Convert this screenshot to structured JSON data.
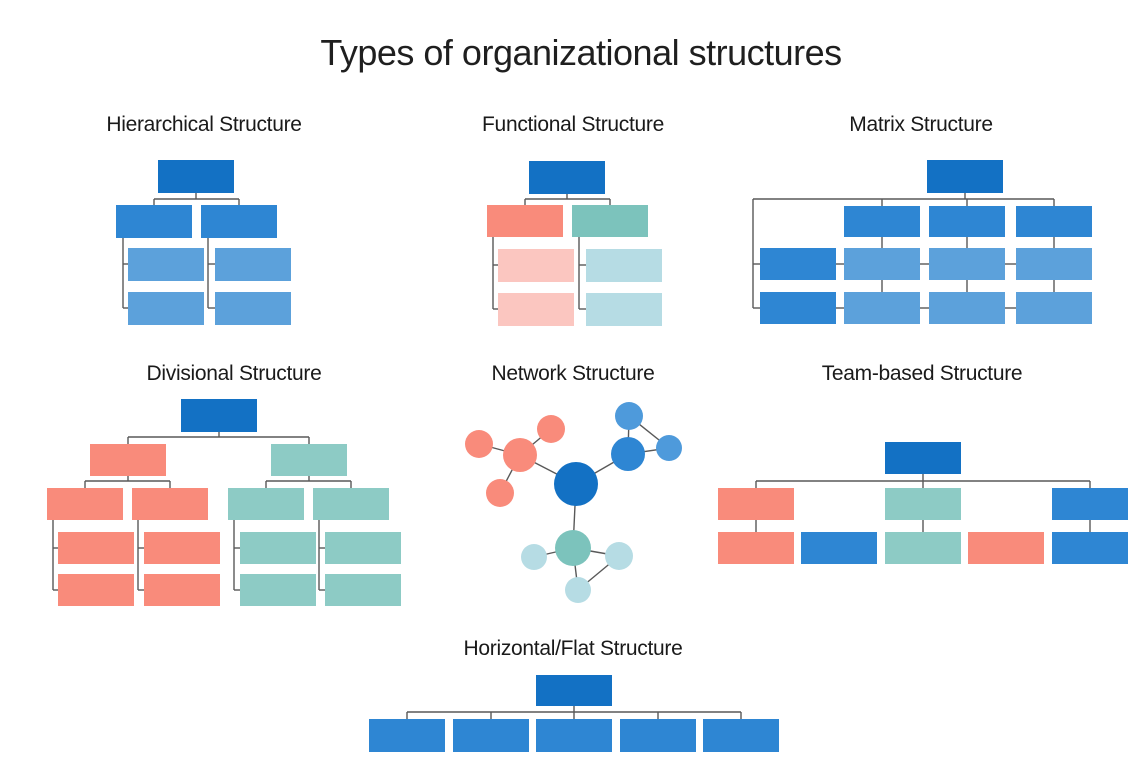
{
  "title": "Types of organizational structures",
  "colors": {
    "darkBlue": "#1371C4",
    "medBlue": "#2E86D3",
    "lightBlue": "#5CA1DB",
    "circleBlue": "#4E9ADB",
    "salmon": "#F98B7B",
    "pink": "#FBC6C0",
    "teal": "#7CC3BC",
    "lightTeal": "#8DCBC5",
    "paleTeal": "#B6DCE4",
    "line": "#595959",
    "text": "#1A1A1A",
    "background": "#FFFFFF"
  },
  "diagrams": [
    {
      "id": "hierarchical",
      "label": "Hierarchical Structure",
      "boxes": [
        [
          158,
          160,
          76,
          33,
          "darkBlue"
        ],
        [
          116,
          205,
          76,
          33,
          "medBlue"
        ],
        [
          201,
          205,
          76,
          33,
          "medBlue"
        ],
        [
          128,
          248,
          76,
          33,
          "lightBlue"
        ],
        [
          215,
          248,
          76,
          33,
          "lightBlue"
        ],
        [
          128,
          292,
          76,
          33,
          "lightBlue"
        ],
        [
          215,
          292,
          76,
          33,
          "lightBlue"
        ]
      ],
      "lines": [
        [
          196,
          193,
          196,
          199
        ],
        [
          154,
          199,
          239,
          199
        ],
        [
          154,
          199,
          154,
          205
        ],
        [
          239,
          199,
          239,
          205
        ],
        [
          123,
          238,
          123,
          308
        ],
        [
          123,
          264,
          128,
          264
        ],
        [
          123,
          308,
          128,
          308
        ],
        [
          208,
          238,
          208,
          308
        ],
        [
          208,
          264,
          215,
          264
        ],
        [
          208,
          308,
          215,
          308
        ]
      ]
    },
    {
      "id": "functional",
      "label": "Functional Structure",
      "boxes": [
        [
          529,
          161,
          76,
          33,
          "darkBlue"
        ],
        [
          487,
          205,
          76,
          32,
          "salmon"
        ],
        [
          572,
          205,
          76,
          32,
          "teal"
        ],
        [
          498,
          249,
          76,
          33,
          "pink"
        ],
        [
          586,
          249,
          76,
          33,
          "paleTeal"
        ],
        [
          498,
          293,
          76,
          33,
          "pink"
        ],
        [
          586,
          293,
          76,
          33,
          "paleTeal"
        ]
      ],
      "lines": [
        [
          567,
          194,
          567,
          199
        ],
        [
          525,
          199,
          610,
          199
        ],
        [
          525,
          199,
          525,
          205
        ],
        [
          610,
          199,
          610,
          205
        ],
        [
          493,
          237,
          493,
          309
        ],
        [
          493,
          265,
          498,
          265
        ],
        [
          493,
          309,
          498,
          309
        ],
        [
          579,
          237,
          579,
          309
        ],
        [
          579,
          265,
          586,
          265
        ],
        [
          579,
          309,
          586,
          309
        ]
      ]
    },
    {
      "id": "matrix",
      "label": "Matrix Structure",
      "boxes": [
        [
          927,
          160,
          76,
          33,
          "darkBlue"
        ],
        [
          844,
          206,
          76,
          31,
          "medBlue"
        ],
        [
          929,
          206,
          76,
          31,
          "medBlue"
        ],
        [
          1016,
          206,
          76,
          31,
          "medBlue"
        ],
        [
          760,
          248,
          76,
          32,
          "medBlue"
        ],
        [
          844,
          248,
          76,
          32,
          "lightBlue"
        ],
        [
          929,
          248,
          76,
          32,
          "lightBlue"
        ],
        [
          1016,
          248,
          76,
          32,
          "lightBlue"
        ],
        [
          760,
          292,
          76,
          32,
          "medBlue"
        ],
        [
          844,
          292,
          76,
          32,
          "lightBlue"
        ],
        [
          929,
          292,
          76,
          32,
          "lightBlue"
        ],
        [
          1016,
          292,
          76,
          32,
          "lightBlue"
        ]
      ],
      "lines": [
        [
          965,
          193,
          965,
          199
        ],
        [
          753,
          199,
          1054,
          199
        ],
        [
          882,
          199,
          882,
          206
        ],
        [
          967,
          199,
          967,
          206
        ],
        [
          1054,
          199,
          1054,
          206
        ],
        [
          753,
          199,
          753,
          308
        ],
        [
          753,
          264,
          760,
          264
        ],
        [
          753,
          308,
          760,
          308
        ],
        [
          882,
          237,
          882,
          248
        ],
        [
          967,
          237,
          967,
          248
        ],
        [
          1054,
          237,
          1054,
          248
        ],
        [
          882,
          280,
          882,
          292
        ],
        [
          967,
          280,
          967,
          292
        ],
        [
          1054,
          280,
          1054,
          292
        ],
        [
          836,
          264,
          844,
          264
        ],
        [
          920,
          264,
          929,
          264
        ],
        [
          1005,
          264,
          1016,
          264
        ],
        [
          836,
          308,
          844,
          308
        ],
        [
          920,
          308,
          929,
          308
        ],
        [
          1005,
          308,
          1016,
          308
        ]
      ]
    },
    {
      "id": "divisional",
      "label": "Divisional Structure",
      "boxes": [
        [
          181,
          399,
          76,
          33,
          "darkBlue"
        ],
        [
          90,
          444,
          76,
          32,
          "salmon"
        ],
        [
          271,
          444,
          76,
          32,
          "lightTeal"
        ],
        [
          47,
          488,
          76,
          32,
          "salmon"
        ],
        [
          132,
          488,
          76,
          32,
          "salmon"
        ],
        [
          228,
          488,
          76,
          32,
          "lightTeal"
        ],
        [
          313,
          488,
          76,
          32,
          "lightTeal"
        ],
        [
          58,
          532,
          76,
          32,
          "salmon"
        ],
        [
          144,
          532,
          76,
          32,
          "salmon"
        ],
        [
          240,
          532,
          76,
          32,
          "lightTeal"
        ],
        [
          325,
          532,
          76,
          32,
          "lightTeal"
        ],
        [
          58,
          574,
          76,
          32,
          "salmon"
        ],
        [
          144,
          574,
          76,
          32,
          "salmon"
        ],
        [
          240,
          574,
          76,
          32,
          "lightTeal"
        ],
        [
          325,
          574,
          76,
          32,
          "lightTeal"
        ]
      ],
      "lines": [
        [
          219,
          432,
          219,
          437
        ],
        [
          128,
          437,
          309,
          437
        ],
        [
          128,
          437,
          128,
          444
        ],
        [
          309,
          437,
          309,
          444
        ],
        [
          128,
          476,
          128,
          481
        ],
        [
          85,
          481,
          170,
          481
        ],
        [
          85,
          481,
          85,
          488
        ],
        [
          170,
          481,
          170,
          488
        ],
        [
          309,
          476,
          309,
          481
        ],
        [
          266,
          481,
          351,
          481
        ],
        [
          266,
          481,
          266,
          488
        ],
        [
          351,
          481,
          351,
          488
        ],
        [
          53,
          520,
          53,
          590
        ],
        [
          53,
          548,
          58,
          548
        ],
        [
          53,
          590,
          58,
          590
        ],
        [
          138,
          520,
          138,
          590
        ],
        [
          138,
          548,
          144,
          548
        ],
        [
          138,
          590,
          144,
          590
        ],
        [
          234,
          520,
          234,
          590
        ],
        [
          234,
          548,
          240,
          548
        ],
        [
          234,
          590,
          240,
          590
        ],
        [
          319,
          520,
          319,
          590
        ],
        [
          319,
          548,
          325,
          548
        ],
        [
          319,
          590,
          325,
          590
        ]
      ]
    },
    {
      "id": "network",
      "label": "Network Structure",
      "nodes": [
        [
          576,
          484,
          22,
          "darkBlue"
        ],
        [
          520,
          455,
          17,
          "salmon"
        ],
        [
          551,
          429,
          14,
          "salmon"
        ],
        [
          479,
          444,
          14,
          "salmon"
        ],
        [
          500,
          493,
          14,
          "salmon"
        ],
        [
          628,
          454,
          17,
          "medBlue"
        ],
        [
          629,
          416,
          14,
          "circleBlue"
        ],
        [
          669,
          448,
          13,
          "circleBlue"
        ],
        [
          573,
          548,
          18,
          "teal"
        ],
        [
          534,
          557,
          13,
          "paleTeal"
        ],
        [
          619,
          556,
          14,
          "paleTeal"
        ],
        [
          578,
          590,
          13,
          "paleTeal"
        ]
      ],
      "edges": [
        [
          0,
          1
        ],
        [
          1,
          2
        ],
        [
          1,
          3
        ],
        [
          1,
          4
        ],
        [
          0,
          5
        ],
        [
          5,
          6
        ],
        [
          5,
          7
        ],
        [
          6,
          7
        ],
        [
          0,
          8
        ],
        [
          8,
          9
        ],
        [
          8,
          10
        ],
        [
          8,
          11
        ],
        [
          11,
          10
        ]
      ]
    },
    {
      "id": "team",
      "label": "Team-based Structure",
      "boxes": [
        [
          885,
          442,
          76,
          32,
          "darkBlue"
        ],
        [
          718,
          488,
          76,
          32,
          "salmon"
        ],
        [
          885,
          488,
          76,
          32,
          "lightTeal"
        ],
        [
          1052,
          488,
          76,
          32,
          "medBlue"
        ],
        [
          718,
          532,
          76,
          32,
          "salmon"
        ],
        [
          801,
          532,
          76,
          32,
          "medBlue"
        ],
        [
          885,
          532,
          76,
          32,
          "lightTeal"
        ],
        [
          968,
          532,
          76,
          32,
          "salmon"
        ],
        [
          1052,
          532,
          76,
          32,
          "medBlue"
        ]
      ],
      "lines": [
        [
          923,
          474,
          923,
          481
        ],
        [
          756,
          481,
          1090,
          481
        ],
        [
          756,
          481,
          756,
          488
        ],
        [
          923,
          481,
          923,
          488
        ],
        [
          1090,
          481,
          1090,
          488
        ],
        [
          756,
          520,
          756,
          532
        ],
        [
          923,
          520,
          923,
          532
        ],
        [
          1090,
          520,
          1090,
          532
        ]
      ]
    },
    {
      "id": "flat",
      "label": "Horizontal/Flat Structure",
      "boxes": [
        [
          536,
          675,
          76,
          31,
          "darkBlue"
        ],
        [
          369,
          719,
          76,
          33,
          "medBlue"
        ],
        [
          453,
          719,
          76,
          33,
          "medBlue"
        ],
        [
          536,
          719,
          76,
          33,
          "medBlue"
        ],
        [
          620,
          719,
          76,
          33,
          "medBlue"
        ],
        [
          703,
          719,
          76,
          33,
          "medBlue"
        ]
      ],
      "lines": [
        [
          574,
          706,
          574,
          712
        ],
        [
          407,
          712,
          741,
          712
        ],
        [
          407,
          712,
          407,
          719
        ],
        [
          491,
          712,
          491,
          719
        ],
        [
          574,
          712,
          574,
          719
        ],
        [
          658,
          712,
          658,
          719
        ],
        [
          741,
          712,
          741,
          719
        ]
      ]
    }
  ]
}
